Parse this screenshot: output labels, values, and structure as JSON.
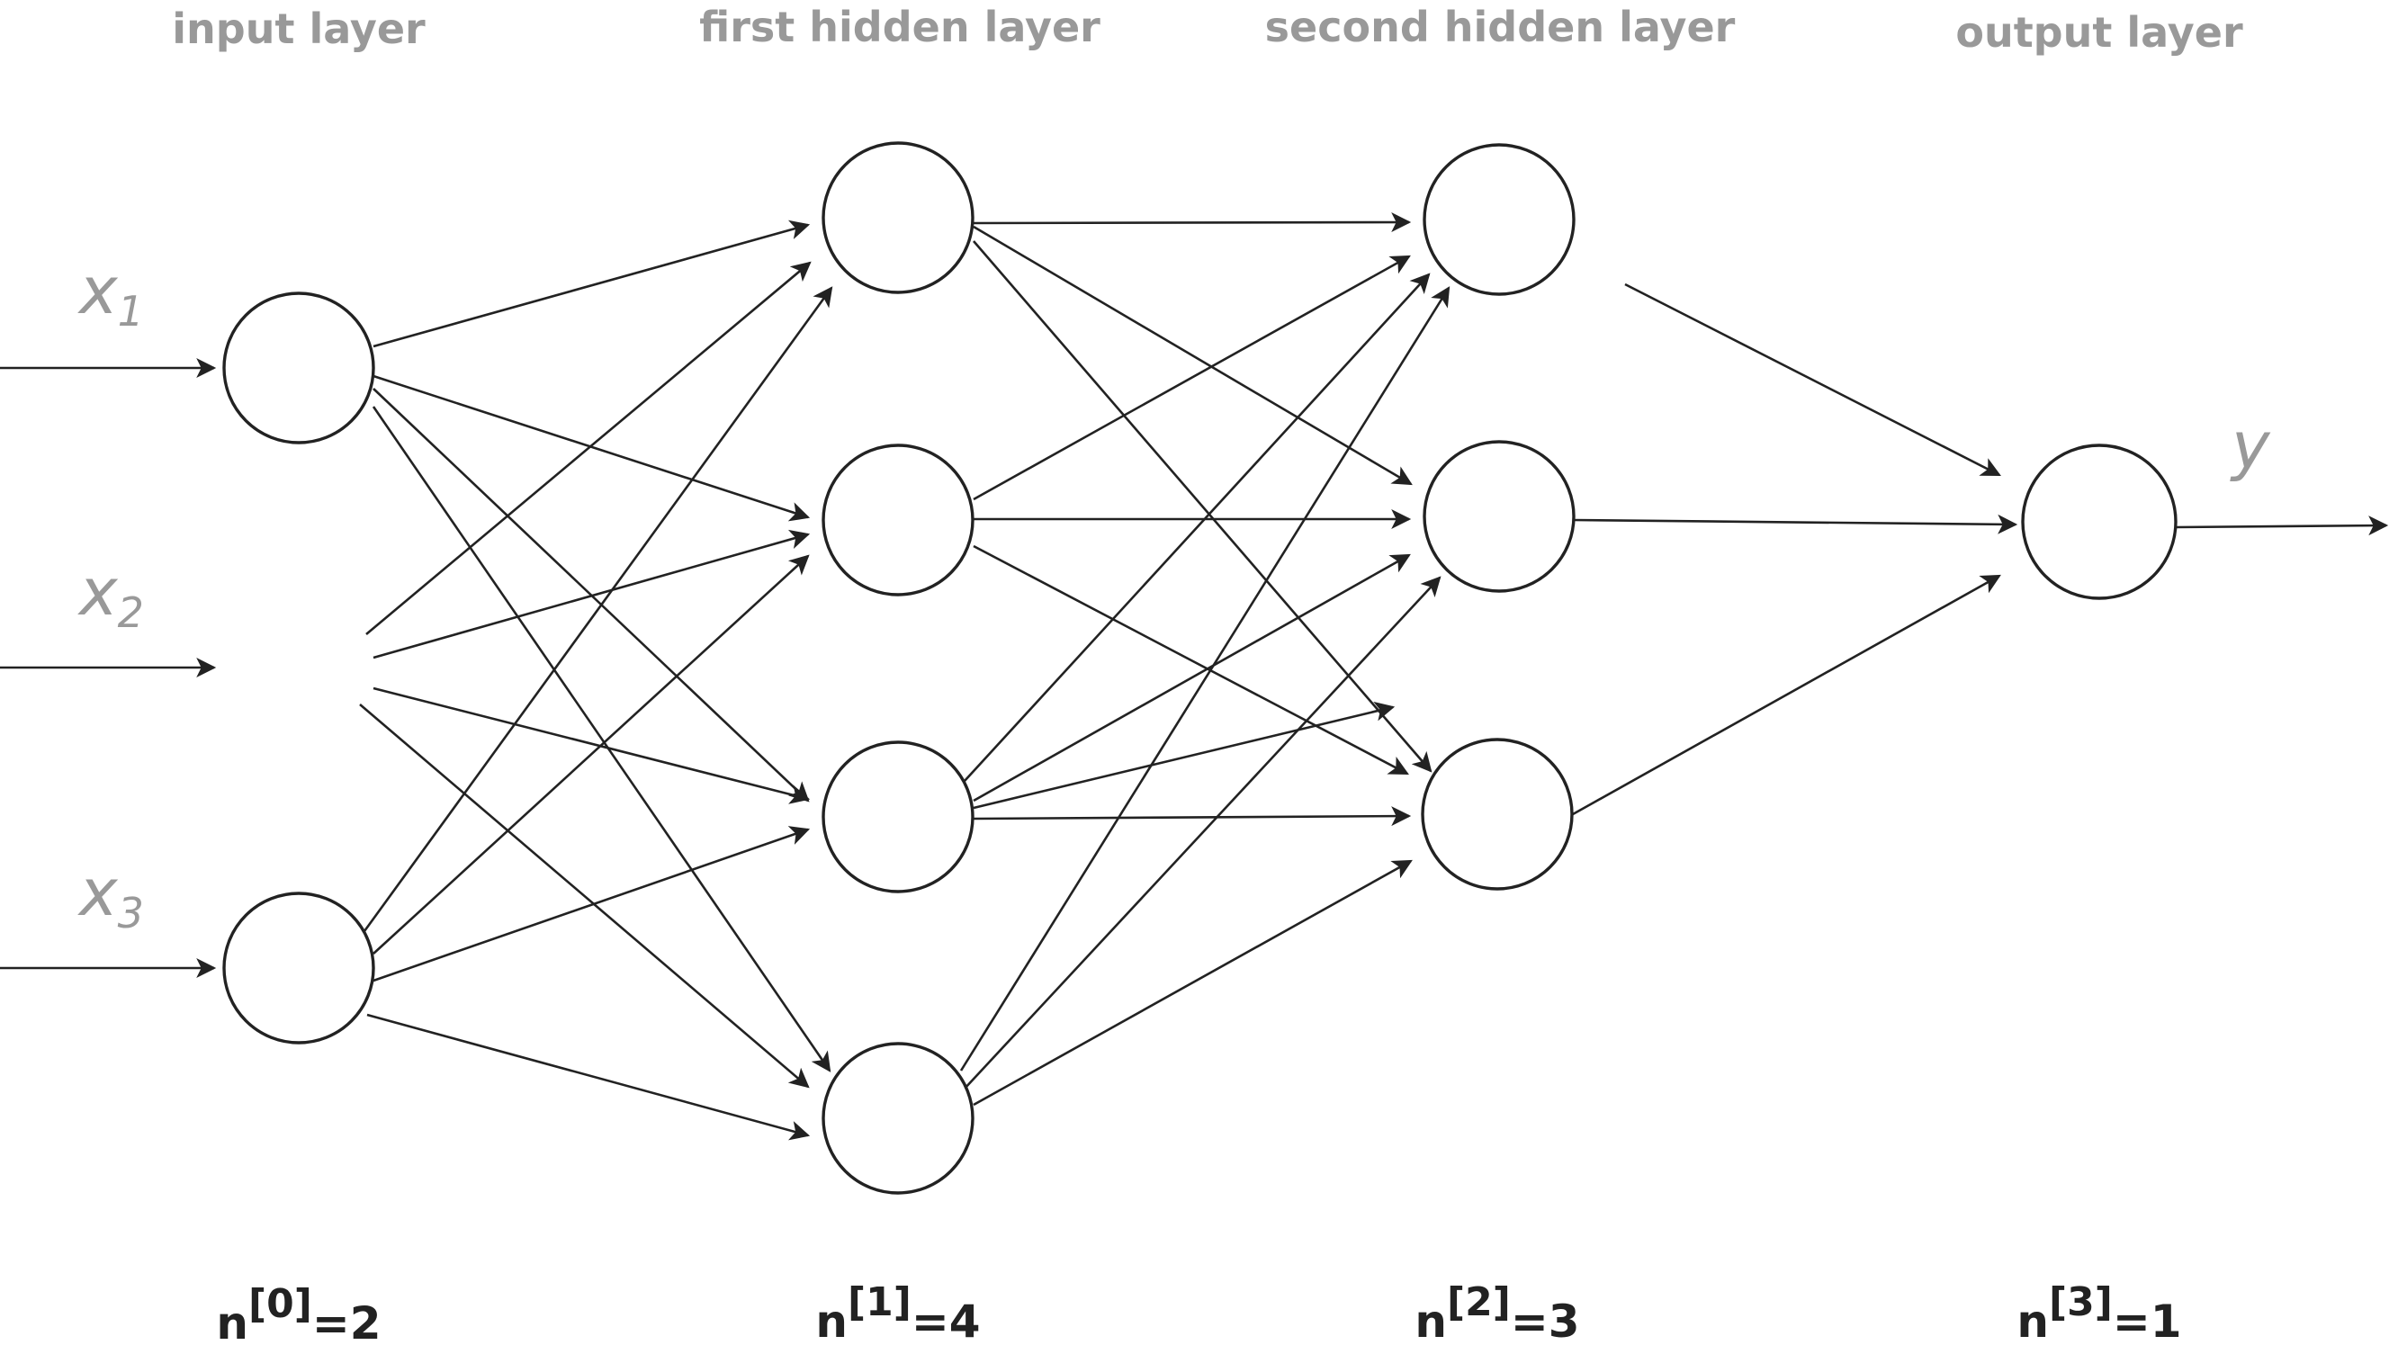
{
  "layers": [
    {
      "title": "input layer",
      "count_base": "n",
      "count_sup": "[0]",
      "count_rest": "=2",
      "nodes": 2
    },
    {
      "title": "first hidden layer",
      "count_base": "n",
      "count_sup": "[1]",
      "count_rest": "=4",
      "nodes": 4
    },
    {
      "title": "second hidden layer",
      "count_base": "n",
      "count_sup": "[2]",
      "count_rest": "=3",
      "nodes": 3
    },
    {
      "title": "output layer",
      "count_base": "n",
      "count_sup": "[3]",
      "count_rest": "=1",
      "nodes": 1
    }
  ],
  "inputs": [
    {
      "base": "x",
      "sub": "1"
    },
    {
      "base": "x",
      "sub": "2"
    },
    {
      "base": "x",
      "sub": "3"
    }
  ],
  "output": {
    "label": "y"
  },
  "colors": {
    "line": "#222222",
    "label_gray": "#999999",
    "background": "#ffffff"
  }
}
